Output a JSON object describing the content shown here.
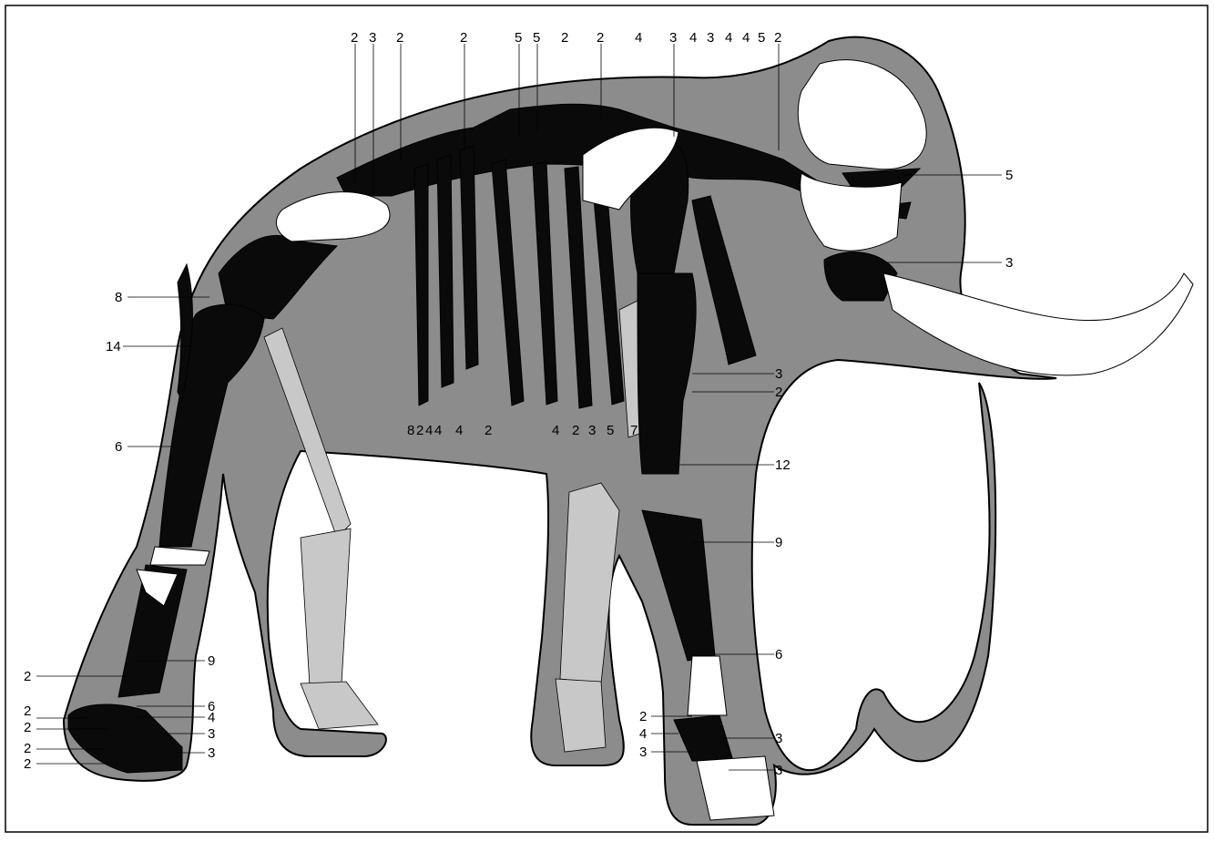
{
  "figure": {
    "colors": {
      "background": "#ffffff",
      "body_silhouette": "#8c8c8c",
      "preserved_bone": "#0a0a0a",
      "reconstructed_bone": "#ffffff",
      "missing_bone": "#c8c8c8",
      "outline": "#000000"
    },
    "labels": {
      "top": [
        "2",
        "3",
        "2",
        "2",
        "5",
        "5",
        "2",
        "2",
        "4",
        "3",
        "4",
        "3",
        "4",
        "4",
        "5",
        "2"
      ],
      "rib_row": [
        "8",
        "2",
        "4",
        "4",
        "4",
        "2",
        "4",
        "2",
        "3",
        "5",
        "7"
      ],
      "right_side": [
        "5",
        "3",
        "3",
        "2",
        "12",
        "9",
        "6",
        "3",
        "3"
      ],
      "hind_left": [
        "8",
        "14",
        "6"
      ],
      "hind_foot_left": [
        "2",
        "2",
        "2",
        "2",
        "2"
      ],
      "hind_foot_right": [
        "9",
        "6",
        "4",
        "3",
        "3"
      ],
      "fore_foot_left": [
        "2",
        "4",
        "3"
      ]
    }
  }
}
